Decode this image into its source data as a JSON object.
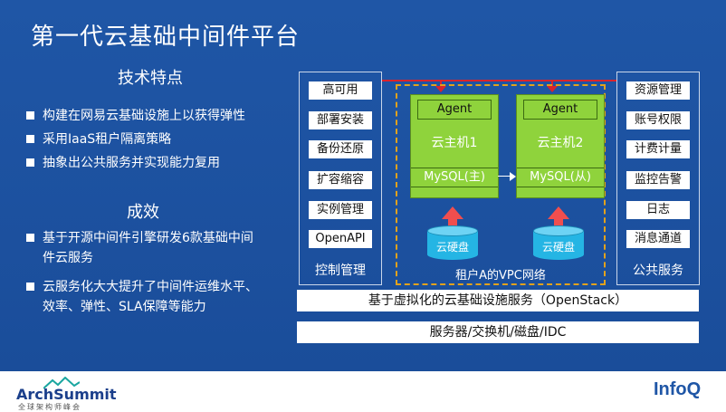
{
  "title": "第一代云基础中间件平台",
  "tech": {
    "heading": "技术特点",
    "bullets": [
      "构建在网易云基础设施上以获得弹性",
      "采用IaaS租户隔离策略",
      "抽象出公共服务并实现能力复用"
    ]
  },
  "result": {
    "heading": "成效",
    "bullets": [
      {
        "line1": "基于开源中间件引擎研发6款基础中间",
        "line2": "件云服务"
      },
      {
        "line1": "云服务化大大提升了中间件运维水平、",
        "line2": "效率、弹性、SLA保障等能力"
      }
    ]
  },
  "control": {
    "items": [
      "高可用",
      "部署安装",
      "备份还原",
      "扩容缩容",
      "实例管理",
      "OpenAPI"
    ],
    "label": "控制管理"
  },
  "public": {
    "items": [
      "资源管理",
      "账号权限",
      "计费计量",
      "监控告警",
      "日志",
      "消息通道"
    ],
    "label": "公共服务"
  },
  "vpc": {
    "label": "租户A的VPC网络",
    "vm1": {
      "agent": "Agent",
      "name": "云主机1",
      "db": "MySQL(主)"
    },
    "vm2": {
      "agent": "Agent",
      "name": "云主机2",
      "db": "MySQL(从)"
    },
    "disk": "云硬盘"
  },
  "layers": [
    "基于虚拟化的云基础设施服务（OpenStack）",
    "服务器/交换机/磁盘/IDC"
  ],
  "footer": {
    "arch_brand": "ArchSummit",
    "arch_sub": "全球架构师峰会",
    "infoq": "InfoQ"
  },
  "colors": {
    "slide_bg": "#1f56a6",
    "vm_green": "#8fd33c",
    "disk_blue": "#25b5e4",
    "arrow_red": "#f04e4e",
    "connector_red": "#d9232d",
    "vpc_border": "#e2a21c"
  }
}
